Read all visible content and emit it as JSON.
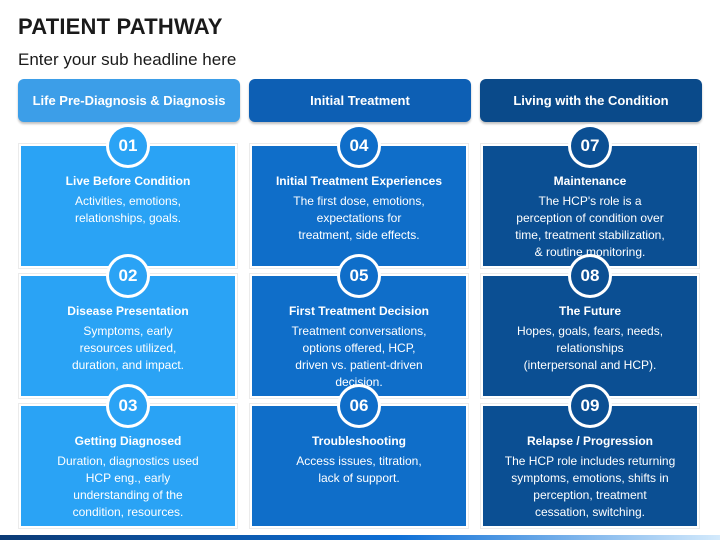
{
  "title": "PATIENT PATHWAY",
  "subtitle": "Enter your sub headline here",
  "colors": {
    "column1": "#2aa3f5",
    "column2": "#0f6ec9",
    "column3": "#0b4f93",
    "header1": "#3c9ee8",
    "header2": "#0d5fb4",
    "header3": "#0a4a8a"
  },
  "columns": [
    {
      "header": "Life Pre-Diagnosis & Diagnosis",
      "cards": [
        {
          "number": "01",
          "title": "Live Before Condition",
          "lines": [
            "Activities, emotions,",
            "relationships, goals."
          ]
        },
        {
          "number": "02",
          "title": "Disease Presentation",
          "lines": [
            "Symptoms, early",
            "resources utilized,",
            "duration, and impact."
          ]
        },
        {
          "number": "03",
          "title": "Getting Diagnosed",
          "lines": [
            "Duration, diagnostics used",
            "HCP eng., early",
            "understanding of the",
            "condition, resources."
          ]
        }
      ]
    },
    {
      "header": "Initial Treatment",
      "cards": [
        {
          "number": "04",
          "title": "Initial Treatment Experiences",
          "lines": [
            "The first dose, emotions,",
            "expectations for",
            "treatment, side effects."
          ]
        },
        {
          "number": "05",
          "title": "First Treatment Decision",
          "lines": [
            "Treatment conversations,",
            "options offered, HCP,",
            "driven vs. patient-driven",
            "decision."
          ]
        },
        {
          "number": "06",
          "title": "Troubleshooting",
          "lines": [
            "Access issues, titration,",
            "lack of support."
          ]
        }
      ]
    },
    {
      "header": "Living with the Condition",
      "cards": [
        {
          "number": "07",
          "title": "Maintenance",
          "lines": [
            "The HCP's role is a",
            "perception of condition over",
            "time, treatment stabilization,",
            "& routine monitoring."
          ]
        },
        {
          "number": "08",
          "title": "The Future",
          "lines": [
            "Hopes, goals, fears, needs,",
            "relationships",
            "(interpersonal and HCP)."
          ]
        },
        {
          "number": "09",
          "title": "Relapse / Progression",
          "lines": [
            "The HCP role includes returning",
            "symptoms, emotions, shifts in",
            "perception, treatment",
            "cessation, switching."
          ]
        }
      ]
    }
  ]
}
